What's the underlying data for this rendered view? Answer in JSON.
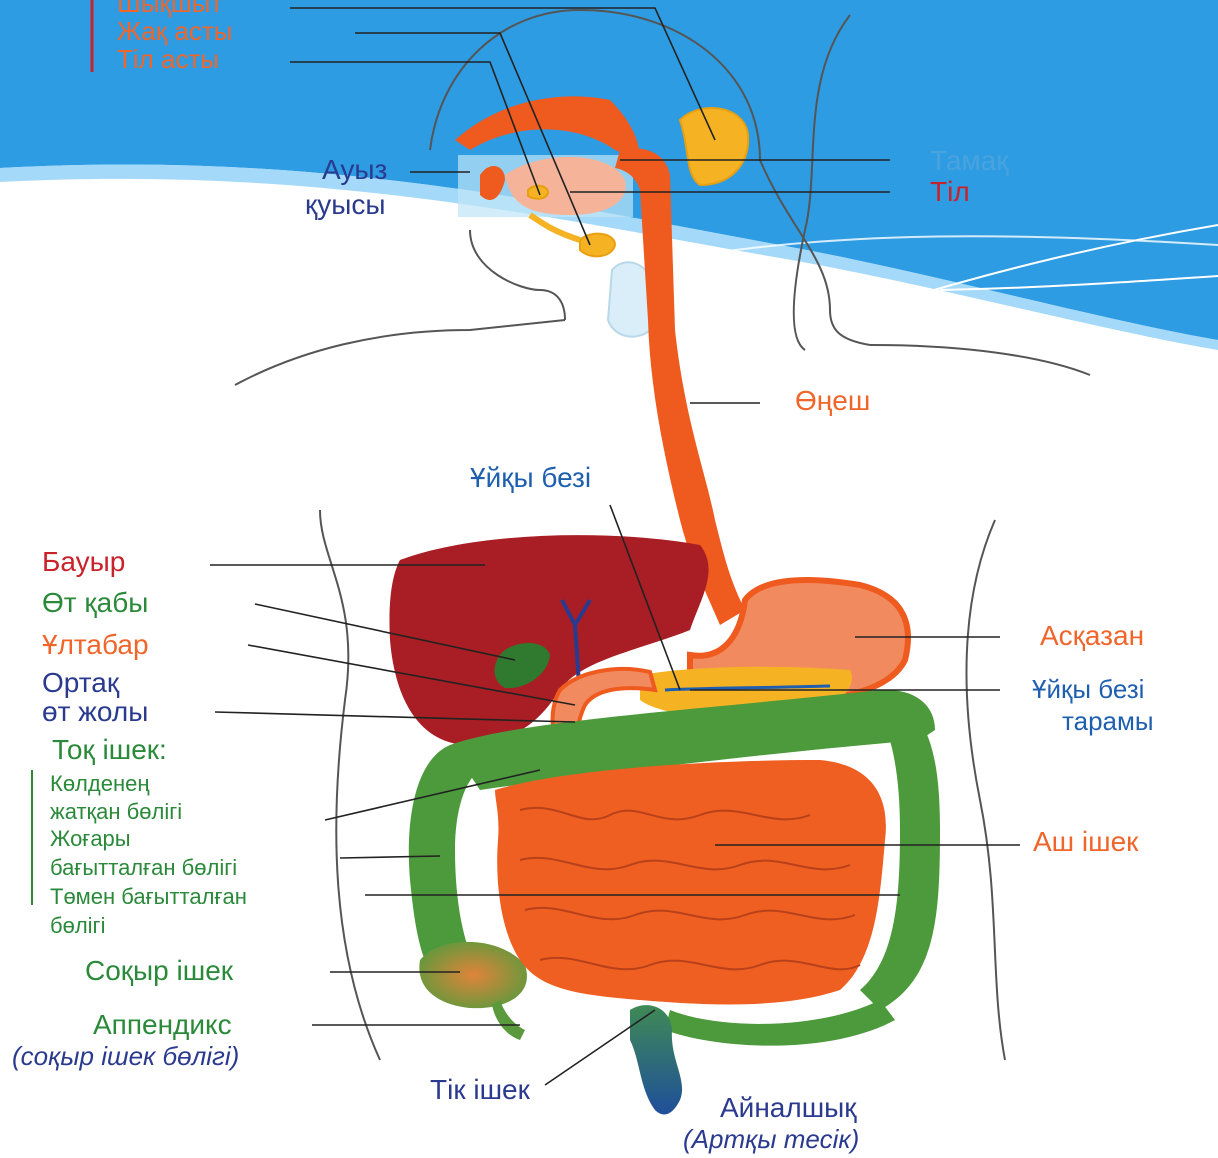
{
  "colors": {
    "slide_blue": "#2d9ce3",
    "salivary": "#f39b1f",
    "esophagus": "#ef5a1e",
    "liver": "#a81e24",
    "colon": "#4c9a3c",
    "small_intestine": "#ef5f22",
    "stomach": "#f28a60",
    "label_orange": "#f0652a",
    "label_red": "#c8222a",
    "label_green": "#2a8a3a",
    "label_navy": "#2a3a8f",
    "label_blue": "#1f5fb0"
  },
  "labels": {
    "salivary_top": "Шықшыт",
    "salivary_jaw": "Жақ асты",
    "salivary_tongue": "Тіл асты",
    "mouth_line1": "Ауыз",
    "mouth_line2": "қуысы",
    "pharynx": "Тамақ",
    "tongue": "Тіл",
    "esophagus": "Өңеш",
    "pancreas": "Ұйқы безі",
    "liver": "Бауыр",
    "gallbladder": "Өт қабы",
    "duodenum": "Ұлтабар",
    "common_bile_line1": "Ортақ",
    "common_bile_line2": "өт жолы",
    "stomach": "Асқазан",
    "pancreatic_duct_line1": "Ұйқы безі",
    "pancreatic_duct_line2": "тарамы",
    "colon_title": "Тоқ ішек:",
    "colon_transverse_line1": "Көлденең",
    "colon_transverse_line2": "жатқан бөлігі",
    "colon_ascending_line1": "Жоғары",
    "colon_ascending_line2": "бағытталған бөлігі",
    "colon_descending_line1": "Төмен бағытталған",
    "colon_descending_line2": "бөлігі",
    "small_intestine": "Аш ішек",
    "cecum": "Соқыр ішек",
    "appendix": "Аппендикс",
    "appendix_note": "(соқыр ішек бөлігі)",
    "rectum": "Тік ішек",
    "anus": "Айналшық",
    "anus_note": "(Артқы тесік)"
  }
}
